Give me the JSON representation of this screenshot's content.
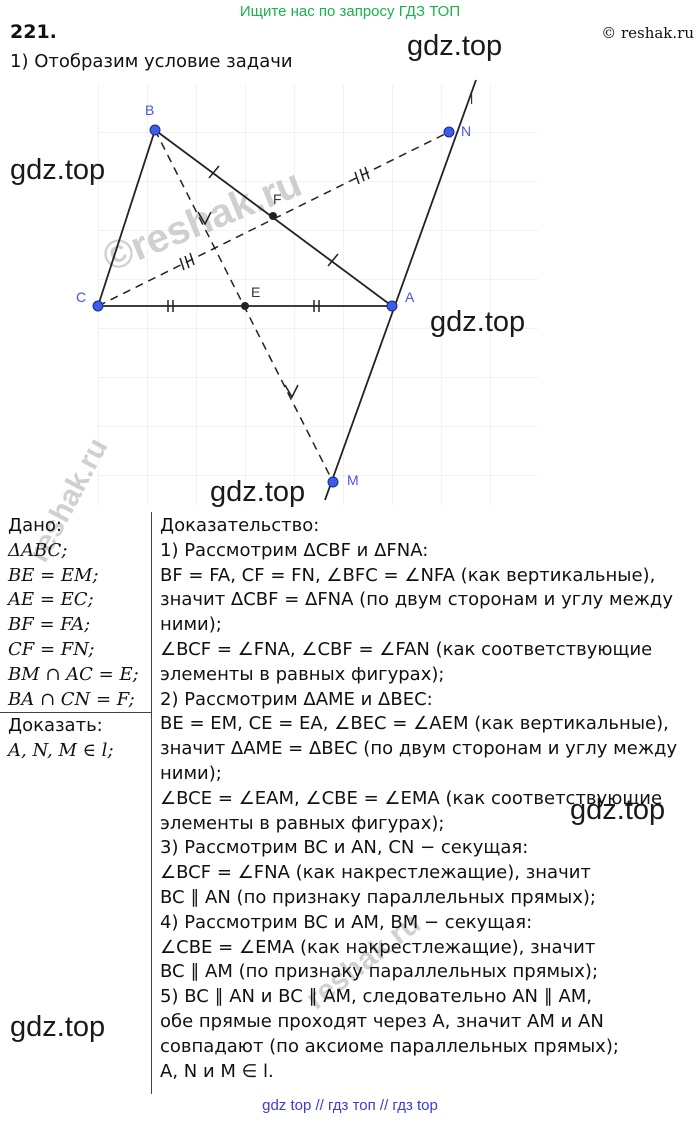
{
  "banner": "Ищите нас по запросу ГДЗ ТОП",
  "problem_number": "221.",
  "copyright": "© reshak.ru",
  "step_title": "1) Отобразим условие задачи",
  "watermark_text": "gdz.top",
  "reshak_watermark": "©reshak.ru",
  "reshak_watermark_small": "reshak.ru",
  "figure": {
    "labels": {
      "B": "B",
      "C": "C",
      "A": "A",
      "E": "E",
      "F": "F",
      "N": "N",
      "M": "M",
      "l": "l"
    },
    "point_color": "#3d5ce8",
    "label_color": "#4a55d8"
  },
  "given": {
    "heading": "Дано:",
    "items": [
      "ΔABC;",
      "BE = EM;",
      "AE = EC;",
      "BF = FA;",
      "CF = FN;",
      "BM ∩ AC = E;",
      "BA ∩ CN = F;"
    ]
  },
  "prove": {
    "heading": "Доказать:",
    "statement": "A, N, M ∈ l;"
  },
  "proof": {
    "heading": "Доказательство:",
    "lines": [
      "1) Рассмотрим ΔCBF и ΔFNA:",
      "BF = FA, CF = FN, ∠BFC = ∠NFA (как вертикальные),",
      "значит ΔCBF = ΔFNA (по двум сторонам и углу между",
      "ними);",
      "∠BCF = ∠FNA, ∠CBF = ∠FAN (как соответствующие",
      "элементы в равных фигурах);",
      "2) Рассмотрим ΔAME и ΔBEC:",
      "BE = EM, CE = EA, ∠BEC = ∠AEM (как вертикальные),",
      "значит ΔAME = ΔBEC (по двум сторонам и углу между",
      "ними);",
      "∠BCE = ∠EAM, ∠CBE = ∠EMA (как соответствующие",
      "элементы в равных фигурах);",
      "3) Рассмотрим BC и AN, CN − секущая:",
      "∠BCF = ∠FNA (как накрестлежащие), значит",
      "BC ∥ AN (по признаку параллельных прямых);",
      "4) Рассмотрим BC и AM, BM − секущая:",
      "∠CBE = ∠EMA (как накрестлежащие), значит",
      "BC ∥ AM (по признаку параллельных прямых);",
      "5) BC ∥ AN и BC ∥ AM, следовательно AN ∥ AM,",
      "обе прямые проходят через A, значит AM и AN",
      "совпадают (по аксиоме параллельных прямых);",
      "A, N и M  ∈ l."
    ]
  },
  "footer": "gdz top  //  гдз топ  //  гдз top"
}
